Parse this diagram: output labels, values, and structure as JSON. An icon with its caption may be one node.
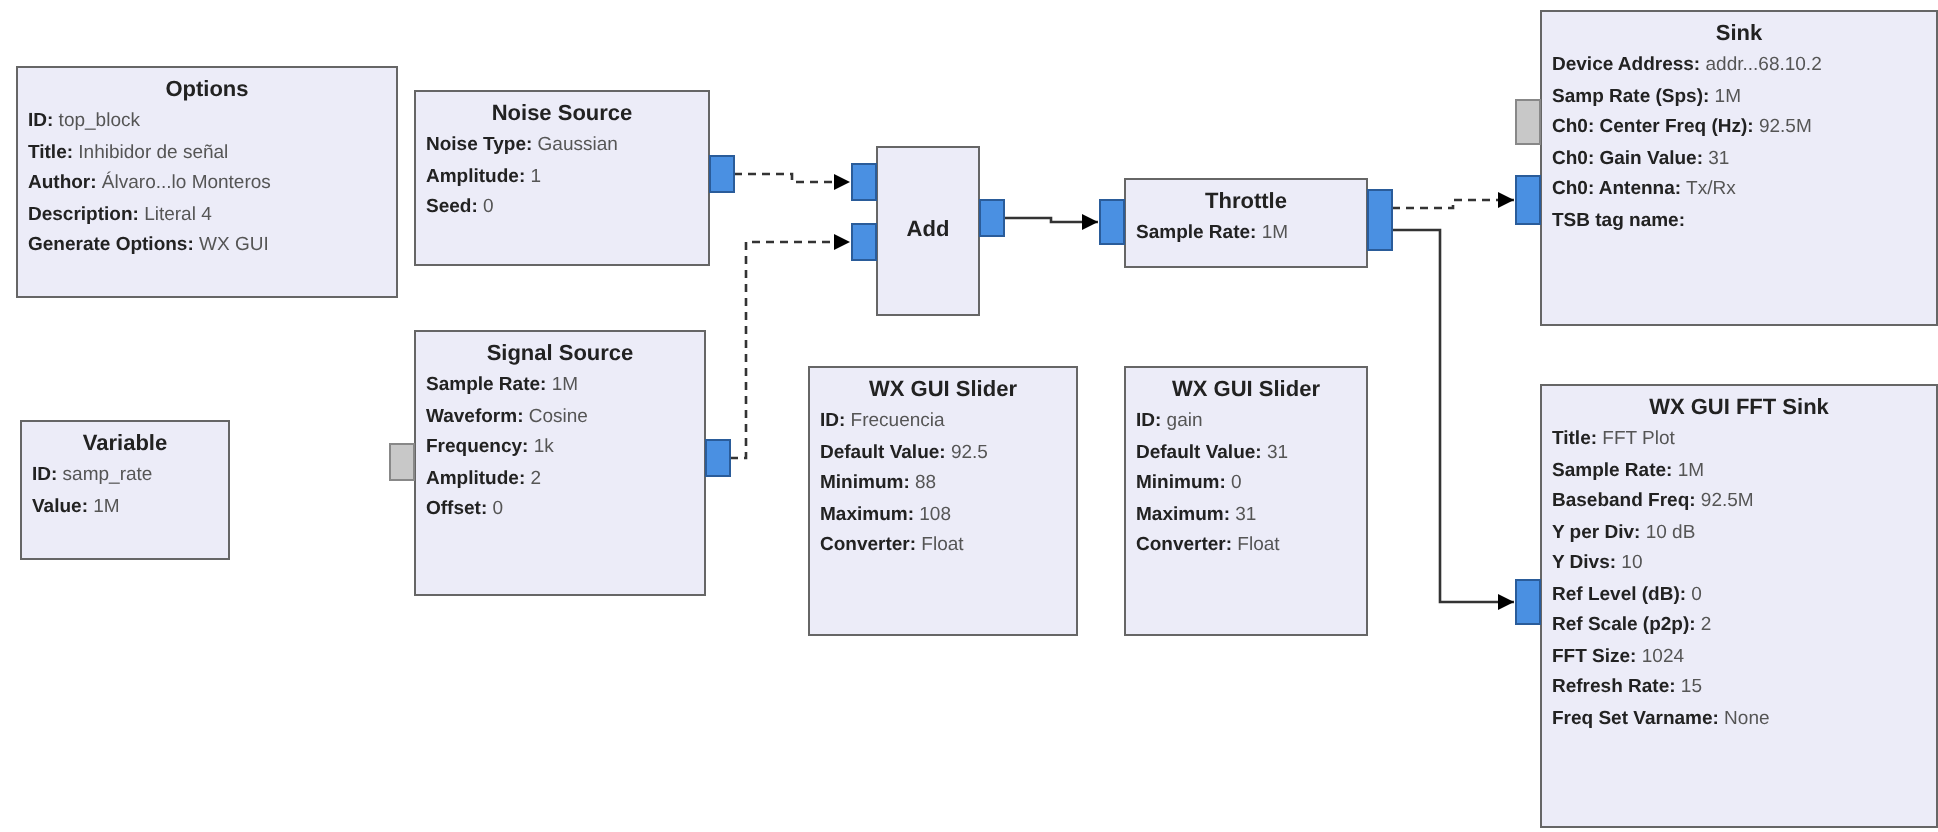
{
  "diagram": {
    "nodes": [
      {
        "text": [
          "Options",
          "**ID:** top_block",
          "**Title:** Inhibidor de señal",
          "**Author:** Álvaro...lo Monteros",
          "**Description:** Literal 4",
          "**Generate Options:** WX GUI"
        ]
      },
      {
        "text": [
          "Noise Source",
          "**Noise Type:** Gaussian",
          "**Amplitude:** 1",
          "**Seed:** 0"
        ]
      },
      {
        "text": [
          "Add"
        ]
      },
      {
        "text": [
          "Throttle",
          "**Sample Rate:** 1M"
        ]
      },
      {
        "text": [
          "Sink",
          "**Device Address:** addr...68.10.2",
          "**Samp Rate (Sps):** 1M",
          "**Ch0: Center Freq (Hz):** 92.5M",
          "**Ch0: Gain Value:** 31",
          "**Ch0: Antenna:** Tx/Rx",
          "**TSB tag name:**"
        ]
      },
      {
        "text": [
          "Signal Source",
          "**Sample Rate:** 1M",
          "**Waveform:** Cosine",
          "**Frequency:** 1k",
          "**Amplitude:** 2",
          "**Offset:** 0"
        ]
      },
      {
        "text": [
          "WX GUI Slider",
          "**ID:** Frecuencia",
          "**Default Value:** 92.5",
          "**Minimum:** 88",
          "**Maximum:** 108",
          "**Converter:** Float"
        ]
      },
      {
        "text": [
          "WX GUI Slider",
          "**ID:** gain",
          "**Default Value:** 31",
          "**Minimum:** 0",
          "**Maximum:** 31",
          "**Converter:** Float"
        ]
      },
      {
        "text": [
          "WX GUI FFT Sink",
          "**Title:** FFT Plot",
          "**Sample Rate:** 1M",
          "**Baseband Freq:** 92.5M",
          "**Y per Div:** 10 dB",
          "**Y Divs:** 10",
          "**Ref Level (dB):** 0",
          "**Ref Scale (p2p):** 2",
          "**FFT Size:** 1024",
          "**Refresh Rate:** 15",
          "**Freq Set Varname:** None"
        ]
      },
      {
        "text": [
          "Variable",
          "**ID:** samp_rate",
          "**Value:** 1M"
        ]
      }
    ],
    "edges": [
      {
        "from": 1,
        "to": 2,
        "arrow": "to",
        "style": "dashed"
      },
      {
        "from": 5,
        "to": 2,
        "arrow": "to",
        "style": "dashed"
      },
      {
        "from": 2,
        "to": 3,
        "arrow": "to"
      },
      {
        "from": 3,
        "to": 4,
        "arrow": "to",
        "style": "dashed"
      },
      {
        "from": 3,
        "to": 8,
        "arrow": "to"
      }
    ]
  }
}
